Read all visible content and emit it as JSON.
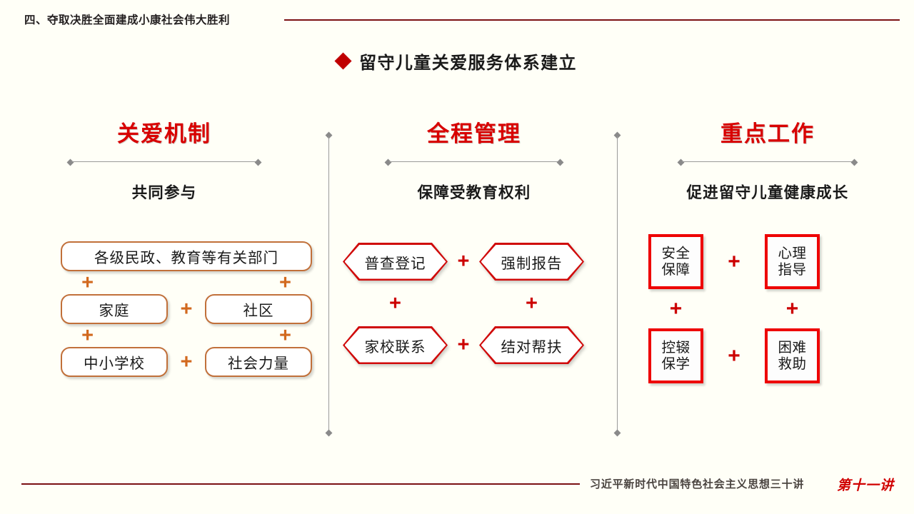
{
  "header": {
    "section_title": "四、夺取决胜全面建成小康社会伟大胜利",
    "rule_color": "#7b1113"
  },
  "title": {
    "bullet_icon": "diamond-bullet",
    "text": "留守儿童关爱服务体系建立"
  },
  "theme": {
    "background": "#fffff7",
    "heading_red": "#d80000",
    "box_orange": "#c1703a",
    "box_red": "#ee0000",
    "hex_red": "#d00a0a",
    "plus_orange": "#d2691e",
    "plus_red": "#cc0000",
    "divider_gray": "#9a9a9a"
  },
  "columns": [
    {
      "id": "care-mechanism",
      "heading": "关爱机制",
      "subheading": "共同参与",
      "shape": "rounded-rect",
      "accent": "#c1703a",
      "plus_color": "#d2691e",
      "wide_item": "各级民政、教育等有关部门",
      "rows": [
        {
          "left": "家庭",
          "plus": "+",
          "right": "社区"
        },
        {
          "left": "中小学校",
          "plus": "+",
          "right": "社会力量"
        }
      ],
      "plus_symbol": "+"
    },
    {
      "id": "whole-process-management",
      "heading": "全程管理",
      "subheading": "保障受教育权利",
      "shape": "hexagon",
      "accent": "#d00a0a",
      "plus_color": "#cc0000",
      "rows": [
        {
          "left": "普查登记",
          "plus": "+",
          "right": "强制报告"
        },
        {
          "left": "家校联系",
          "plus": "+",
          "right": "结对帮扶"
        }
      ],
      "plus_symbol": "+"
    },
    {
      "id": "key-tasks",
      "heading": "重点工作",
      "subheading": "促进留守儿童健康成长",
      "shape": "square",
      "accent": "#ee0000",
      "plus_color": "#cc0000",
      "rows": [
        {
          "left_line1": "安全",
          "left_line2": "保障",
          "plus": "+",
          "right_line1": "心理",
          "right_line2": "指导"
        },
        {
          "left_line1": "控辍",
          "left_line2": "保学",
          "plus": "+",
          "right_line1": "困难",
          "right_line2": "救助"
        }
      ],
      "plus_symbol": "+"
    }
  ],
  "footer": {
    "series_title": "习近平新时代中国特色社会主义思想三十讲",
    "lecture_badge": "第十一讲",
    "rule_color": "#7b1113"
  }
}
